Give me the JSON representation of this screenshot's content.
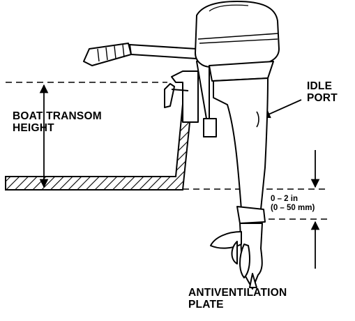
{
  "labels": {
    "boat_transom_height": [
      "BOAT TRANSOM",
      "HEIGHT"
    ],
    "idle_port": [
      "IDLE",
      "PORT"
    ],
    "clearance": [
      "0 – 2 in",
      "(0 – 50 mm)"
    ],
    "antiventilation_plate": [
      "ANTIVENTILATION",
      "PLATE"
    ]
  }
}
